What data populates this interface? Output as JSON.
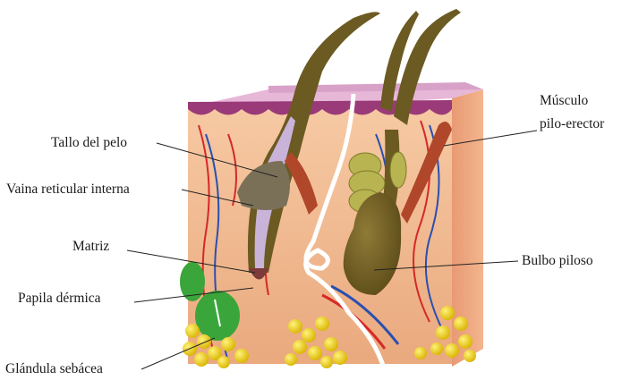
{
  "labels": {
    "hair_shaft": "Tallo del pelo",
    "inner_root_sheath": "Vaina reticular interna",
    "matrix": "Matriz",
    "dermal_papilla": "Papila dérmica",
    "sebaceous_gland": "Glándula sebácea",
    "arrector_muscle_line1": "Músculo",
    "arrector_muscle_line2": "pilo-erector",
    "hair_bulb": "Bulbo piloso"
  },
  "colors": {
    "dermis": "#f2b98f",
    "epidermis_top": "#e7b7d8",
    "epidermis_edge": "#9a3a78",
    "hair": "#6b5a22",
    "artery": "#d62828",
    "vein": "#2a4fb0",
    "nerve": "#ffffff",
    "fat": "#f2d21a",
    "gland": "#3aa53a",
    "muscle": "#b0472a",
    "leader": "#222222"
  }
}
